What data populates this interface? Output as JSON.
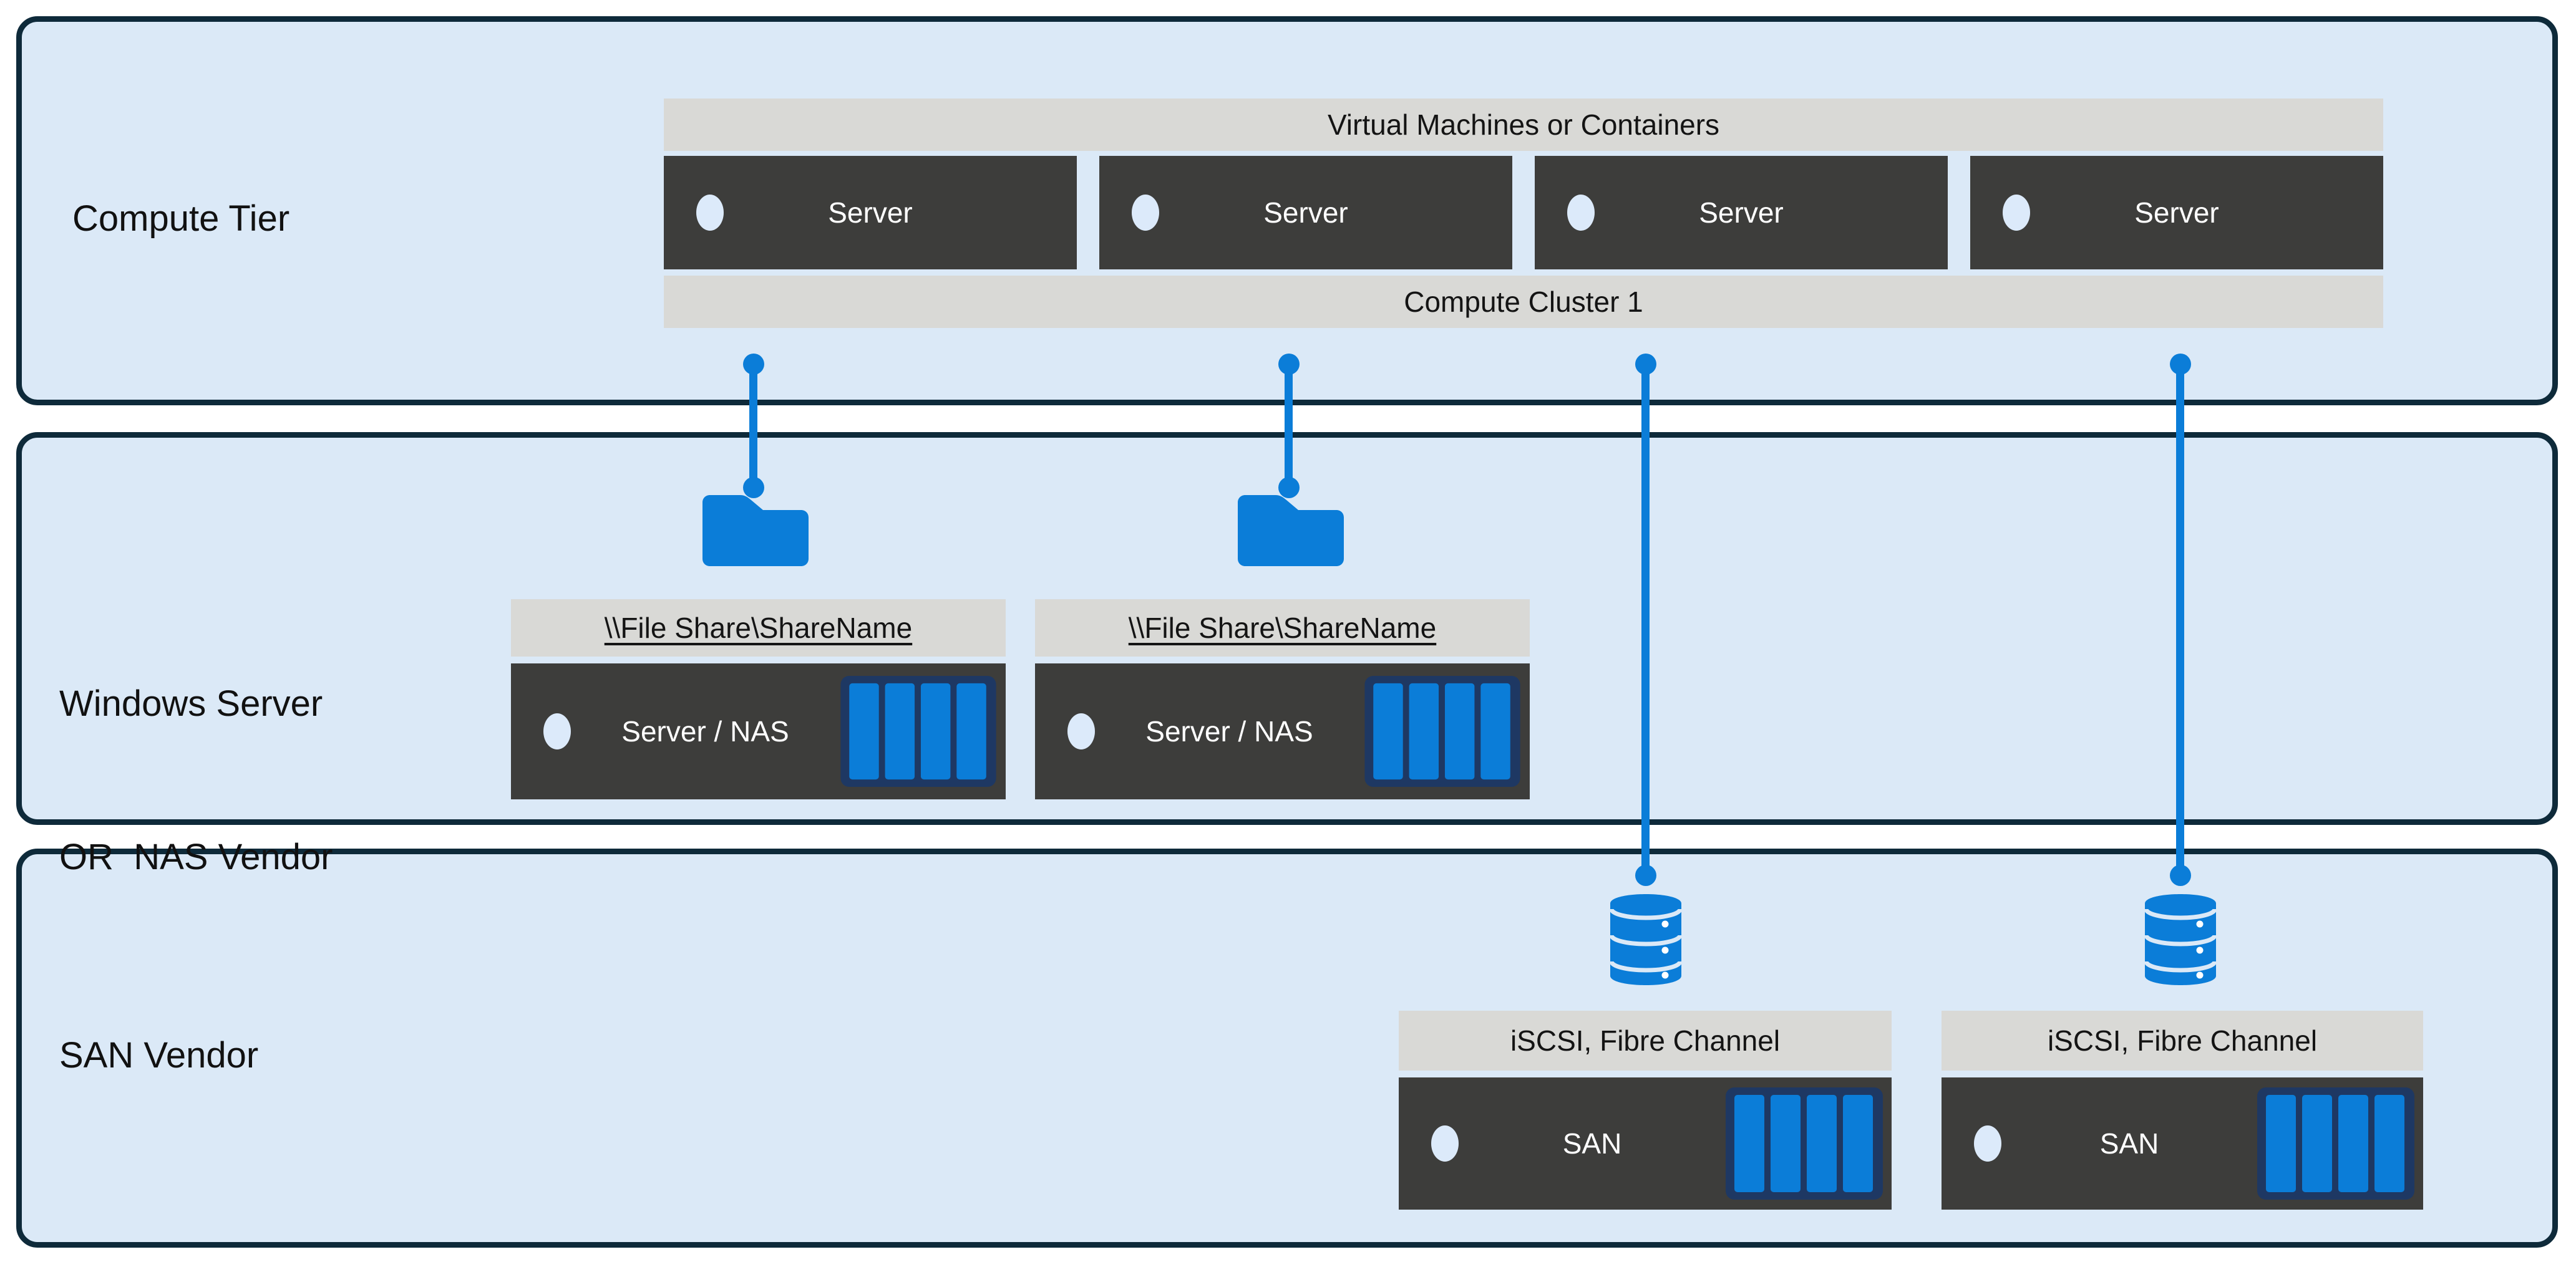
{
  "colors": {
    "accent_blue": "#0b7dd8",
    "tier_fill": "#dbe9f7",
    "tier_border": "#0e2a3a",
    "panel_dark": "#3d3d3b",
    "bar_gray": "#d9d9d6",
    "disk_navy": "#1e3863",
    "indicator_light": "#dceafa"
  },
  "tiers": {
    "compute": {
      "label": "Compute Tier"
    },
    "file": {
      "label_line1": "Windows Server",
      "label_line2": "OR  NAS Vendor"
    },
    "san": {
      "label": "SAN Vendor"
    }
  },
  "compute": {
    "vm_bar": "Virtual Machines or Containers",
    "servers": [
      "Server",
      "Server",
      "Server",
      "Server"
    ],
    "cluster_bar": "Compute Cluster 1"
  },
  "file_share_groups": [
    {
      "share_path": "\\\\File Share\\ShareName",
      "device_label": "Server / NAS"
    },
    {
      "share_path": "\\\\File Share\\ShareName",
      "device_label": "Server / NAS"
    }
  ],
  "san_groups": [
    {
      "protocol_bar": "iSCSI, Fibre Channel",
      "device_label": "SAN"
    },
    {
      "protocol_bar": "iSCSI, Fibre Channel",
      "device_label": "SAN"
    }
  ]
}
